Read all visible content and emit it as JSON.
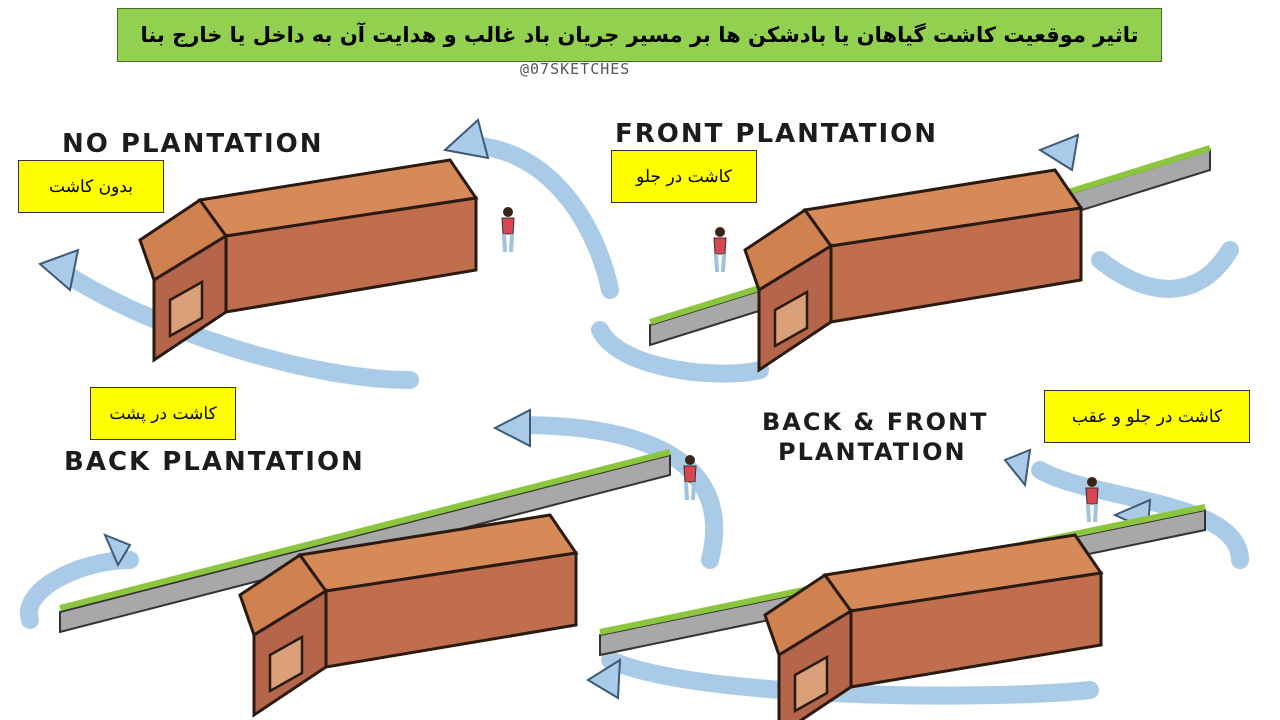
{
  "title": "تاثیر موقعیت کاشت گیاهان یا بادشکن ها بر مسیر جریان باد غالب و هدایت آن به داخل یا خارج بنا",
  "credit": "@07SKETCHES",
  "panels": [
    {
      "heading_lines": [
        "NO PLANTATION"
      ],
      "tag": "بدون کاشت"
    },
    {
      "heading_lines": [
        "FRONT PLANTATION"
      ],
      "tag": "کاشت در جلو"
    },
    {
      "heading_lines": [
        "BACK PLANTATION"
      ],
      "tag": "کاشت در پشت"
    },
    {
      "heading_lines": [
        "BACK & FRONT",
        "PLANTATION"
      ],
      "tag": "کاشت در جلو و عقب"
    }
  ],
  "colors": {
    "title_bg": "#92d050",
    "tag_bg": "#ffff00",
    "roof": "#cf8150",
    "wall": "#b5654a",
    "wind": "#a9cbe8",
    "wall_barrier": "#a8a8a8",
    "vegetation": "#8cc63f"
  },
  "icons": [
    "wind-arrow",
    "house",
    "person",
    "hedge-wall"
  ]
}
